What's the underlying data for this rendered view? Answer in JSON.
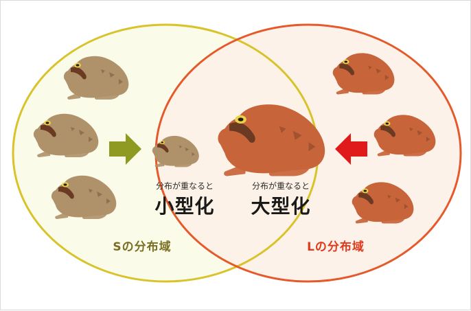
{
  "colors": {
    "s_circle": "#d8c32a",
    "l_circle": "#e45a2b",
    "s_fill": "#fbfbea",
    "l_fill": "#fdf0e6",
    "s_frog": "#b0926a",
    "l_frog": "#c8643a",
    "s_arrow": "#8f9a22",
    "l_arrow": "#e0191b",
    "s_label": "#7a6f22",
    "l_label": "#e0391b"
  },
  "overlap_left": {
    "caption": "分布が重なると",
    "result": "小型化",
    "icon": "small-frog-icon"
  },
  "overlap_right": {
    "caption": "分布が重なると",
    "result": "大型化",
    "icon": "large-frog-icon"
  },
  "s_range_label": "Sの分布域",
  "l_range_label": "Lの分布域"
}
